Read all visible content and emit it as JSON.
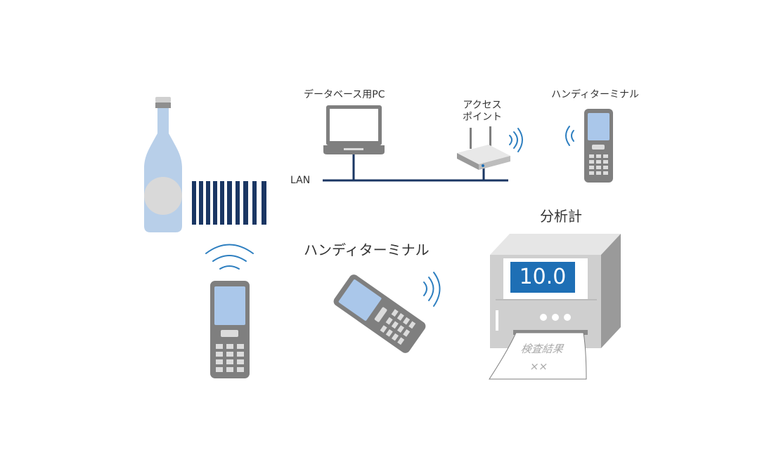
{
  "labels": {
    "database_pc": "データベース用PC",
    "access_point_line1": "アクセス",
    "access_point_line2": "ポイント",
    "handy_terminal_top": "ハンディターミナル",
    "lan": "LAN",
    "analyzer": "分析計",
    "handy_terminal_middle": "ハンディターミナル"
  },
  "analyzer": {
    "display_value": "10.0",
    "paper_title": "検査結果",
    "paper_value": "××"
  },
  "colors": {
    "bottle": "#b8cfe9",
    "bottle_label": "#d9d9d9",
    "barcode": "#1a3663",
    "lan_line": "#1a3663",
    "signal_wave": "#2e7fc0",
    "device_body": "#7f7f7f",
    "device_screen": "#aac7ea",
    "analyzer_display": "#1e6fb5"
  },
  "icons": [
    "bottle-icon",
    "barcode-icon",
    "laptop-icon",
    "router-icon",
    "handy-terminal-icon",
    "analyzer-icon",
    "printout-icon",
    "signal-icon"
  ]
}
